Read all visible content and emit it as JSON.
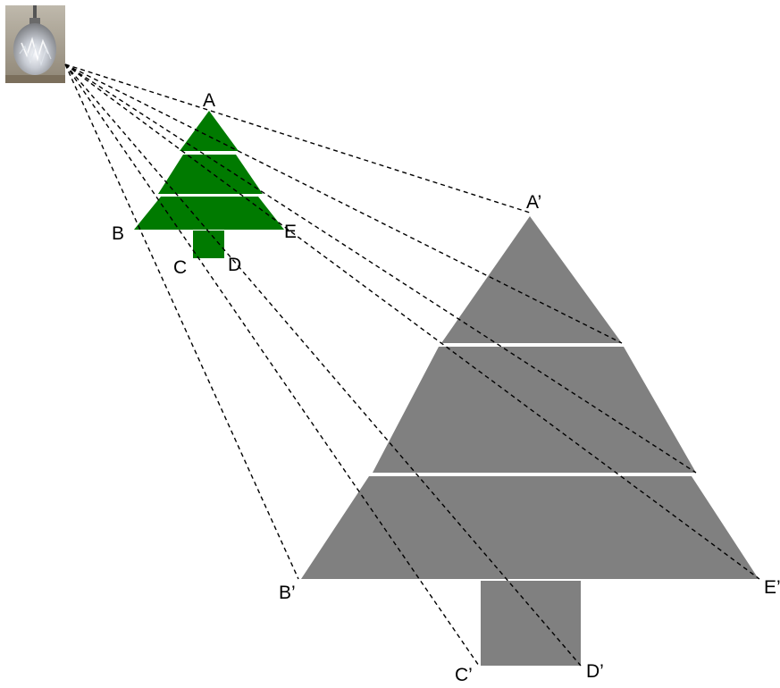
{
  "light_source": {
    "icon": "light-bulb-icon",
    "description": "hanging light bulb"
  },
  "small_tree": {
    "color": "#007a00",
    "labels": {
      "A": "A",
      "B": "B",
      "C": "C",
      "D": "D",
      "E": "E"
    }
  },
  "large_tree": {
    "color": "#808080",
    "labels": {
      "A": "A’",
      "B": "B’",
      "C": "C’",
      "D": "D’",
      "E": "E’"
    }
  },
  "ray_style": {
    "color": "#000000",
    "dash": "dashed"
  }
}
